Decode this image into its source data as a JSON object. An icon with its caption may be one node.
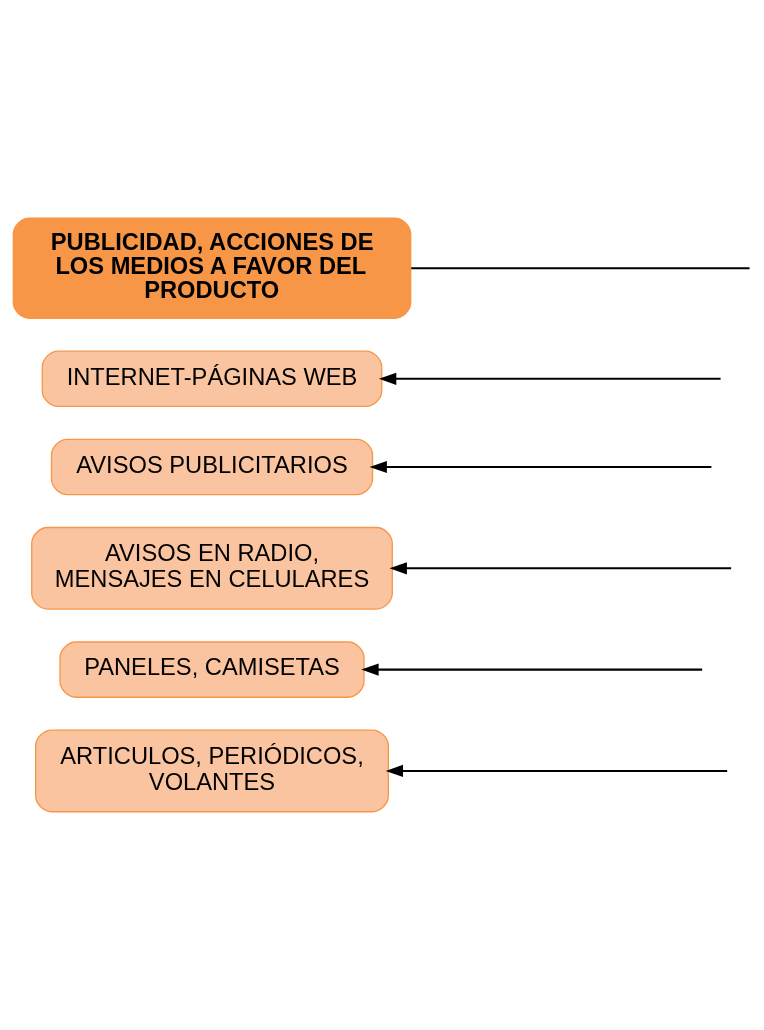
{
  "diagram": {
    "nodes": [
      {
        "text": [
          "PUBLICIDAD, ACCIONES DE LOS MEDIOS A FAVOR DEL PRODUCTO"
        ]
      },
      {
        "text": [
          "INTERNET-PÁGINAS WEB"
        ]
      },
      {
        "text": [
          "AVISOS PUBLICITARIOS"
        ]
      },
      {
        "text": [
          "AVISOS EN RADIO, MENSAJES EN CELULARES"
        ]
      },
      {
        "text": [
          "PANELES, CAMISETAS"
        ]
      },
      {
        "text": [
          "ARTICULOS, PERIÓDICOS, VOLANTES"
        ]
      }
    ],
    "edges": [
      {
        "from": 0,
        "to": null,
        "arrow": "none"
      },
      {
        "from": null,
        "to": 1,
        "arrow": "to"
      },
      {
        "from": null,
        "to": 2,
        "arrow": "to"
      },
      {
        "from": null,
        "to": 3,
        "arrow": "to"
      },
      {
        "from": null,
        "to": 4,
        "arrow": "to"
      },
      {
        "from": null,
        "to": 5,
        "arrow": "to"
      }
    ]
  }
}
